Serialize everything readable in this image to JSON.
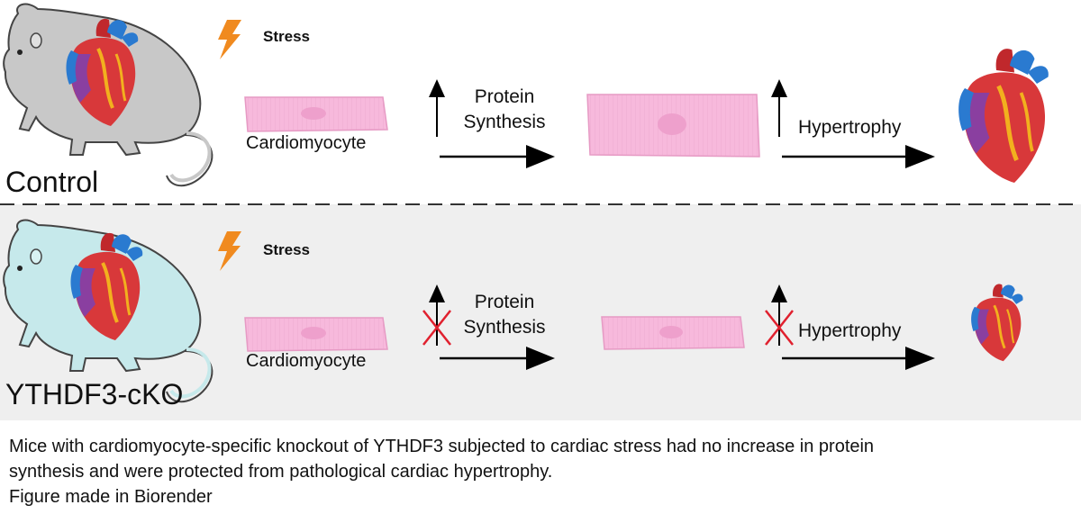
{
  "colors": {
    "control_mouse": "#c8c8c8",
    "cko_mouse": "#c6e9eb",
    "cko_panel": "#efefef",
    "cell": "#f7b9dc",
    "lightning": "#f08a1f",
    "block_x": "#e0202e"
  },
  "icons": [
    "mouse",
    "heart",
    "lightning",
    "cardiomyocyte",
    "arrow-up",
    "arrow-right",
    "blocked-x"
  ],
  "control": {
    "group_label": "Control",
    "stress_label": "Stress",
    "cell_label": "Cardiomyocyte",
    "protein_line1": "Protein",
    "protein_line2": "Synthesis",
    "hypertrophy_label": "Hypertrophy"
  },
  "cko": {
    "group_label": "YTHDF3-cKO",
    "stress_label": "Stress",
    "cell_label": "Cardiomyocyte",
    "protein_line1": "Protein",
    "protein_line2": "Synthesis",
    "hypertrophy_label": "Hypertrophy"
  },
  "caption": {
    "line1": "Mice with cardiomyocyte-specific knockout of YTHDF3 subjected to cardiac stress had no increase in protein",
    "line2": "synthesis and were protected from pathological cardiac hypertrophy.",
    "line3": "Figure made in Biorender"
  }
}
